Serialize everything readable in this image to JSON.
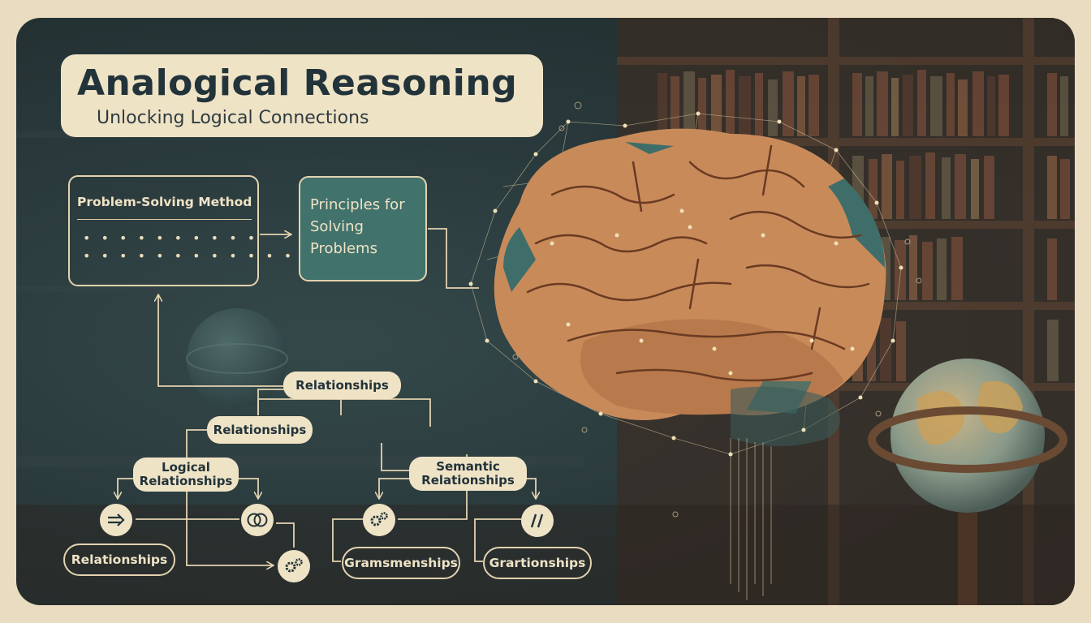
{
  "header": {
    "title": "Analogical Reasoning",
    "subtitle": "Unlocking Logical Connections"
  },
  "method": {
    "title": "Problem-Solving Method",
    "dots_row1": "• • • • • • • • • •",
    "dots_row2": "• • • • • • • • • • • •"
  },
  "principles": {
    "label": "Principles for Solving Problems"
  },
  "tree": {
    "root": "Relationships",
    "level2": "Relationships",
    "logical": "Logical Relationships",
    "semantic": "Semantic Relationships",
    "leaf_left": "Relationships",
    "leaf_mid": "Gramsmenships",
    "leaf_right": "Grartionships"
  },
  "icons": {
    "arrow": "double-arrow-icon",
    "rings": "interlocking-rings-icon",
    "gears": "gears-icon",
    "parallel": "parallel-lines-icon"
  },
  "colors": {
    "background": "#2a3a3c",
    "cream": "#efe3c6",
    "teal": "#41726c",
    "dark_text": "#22333a",
    "brain": "#c98a5a"
  }
}
